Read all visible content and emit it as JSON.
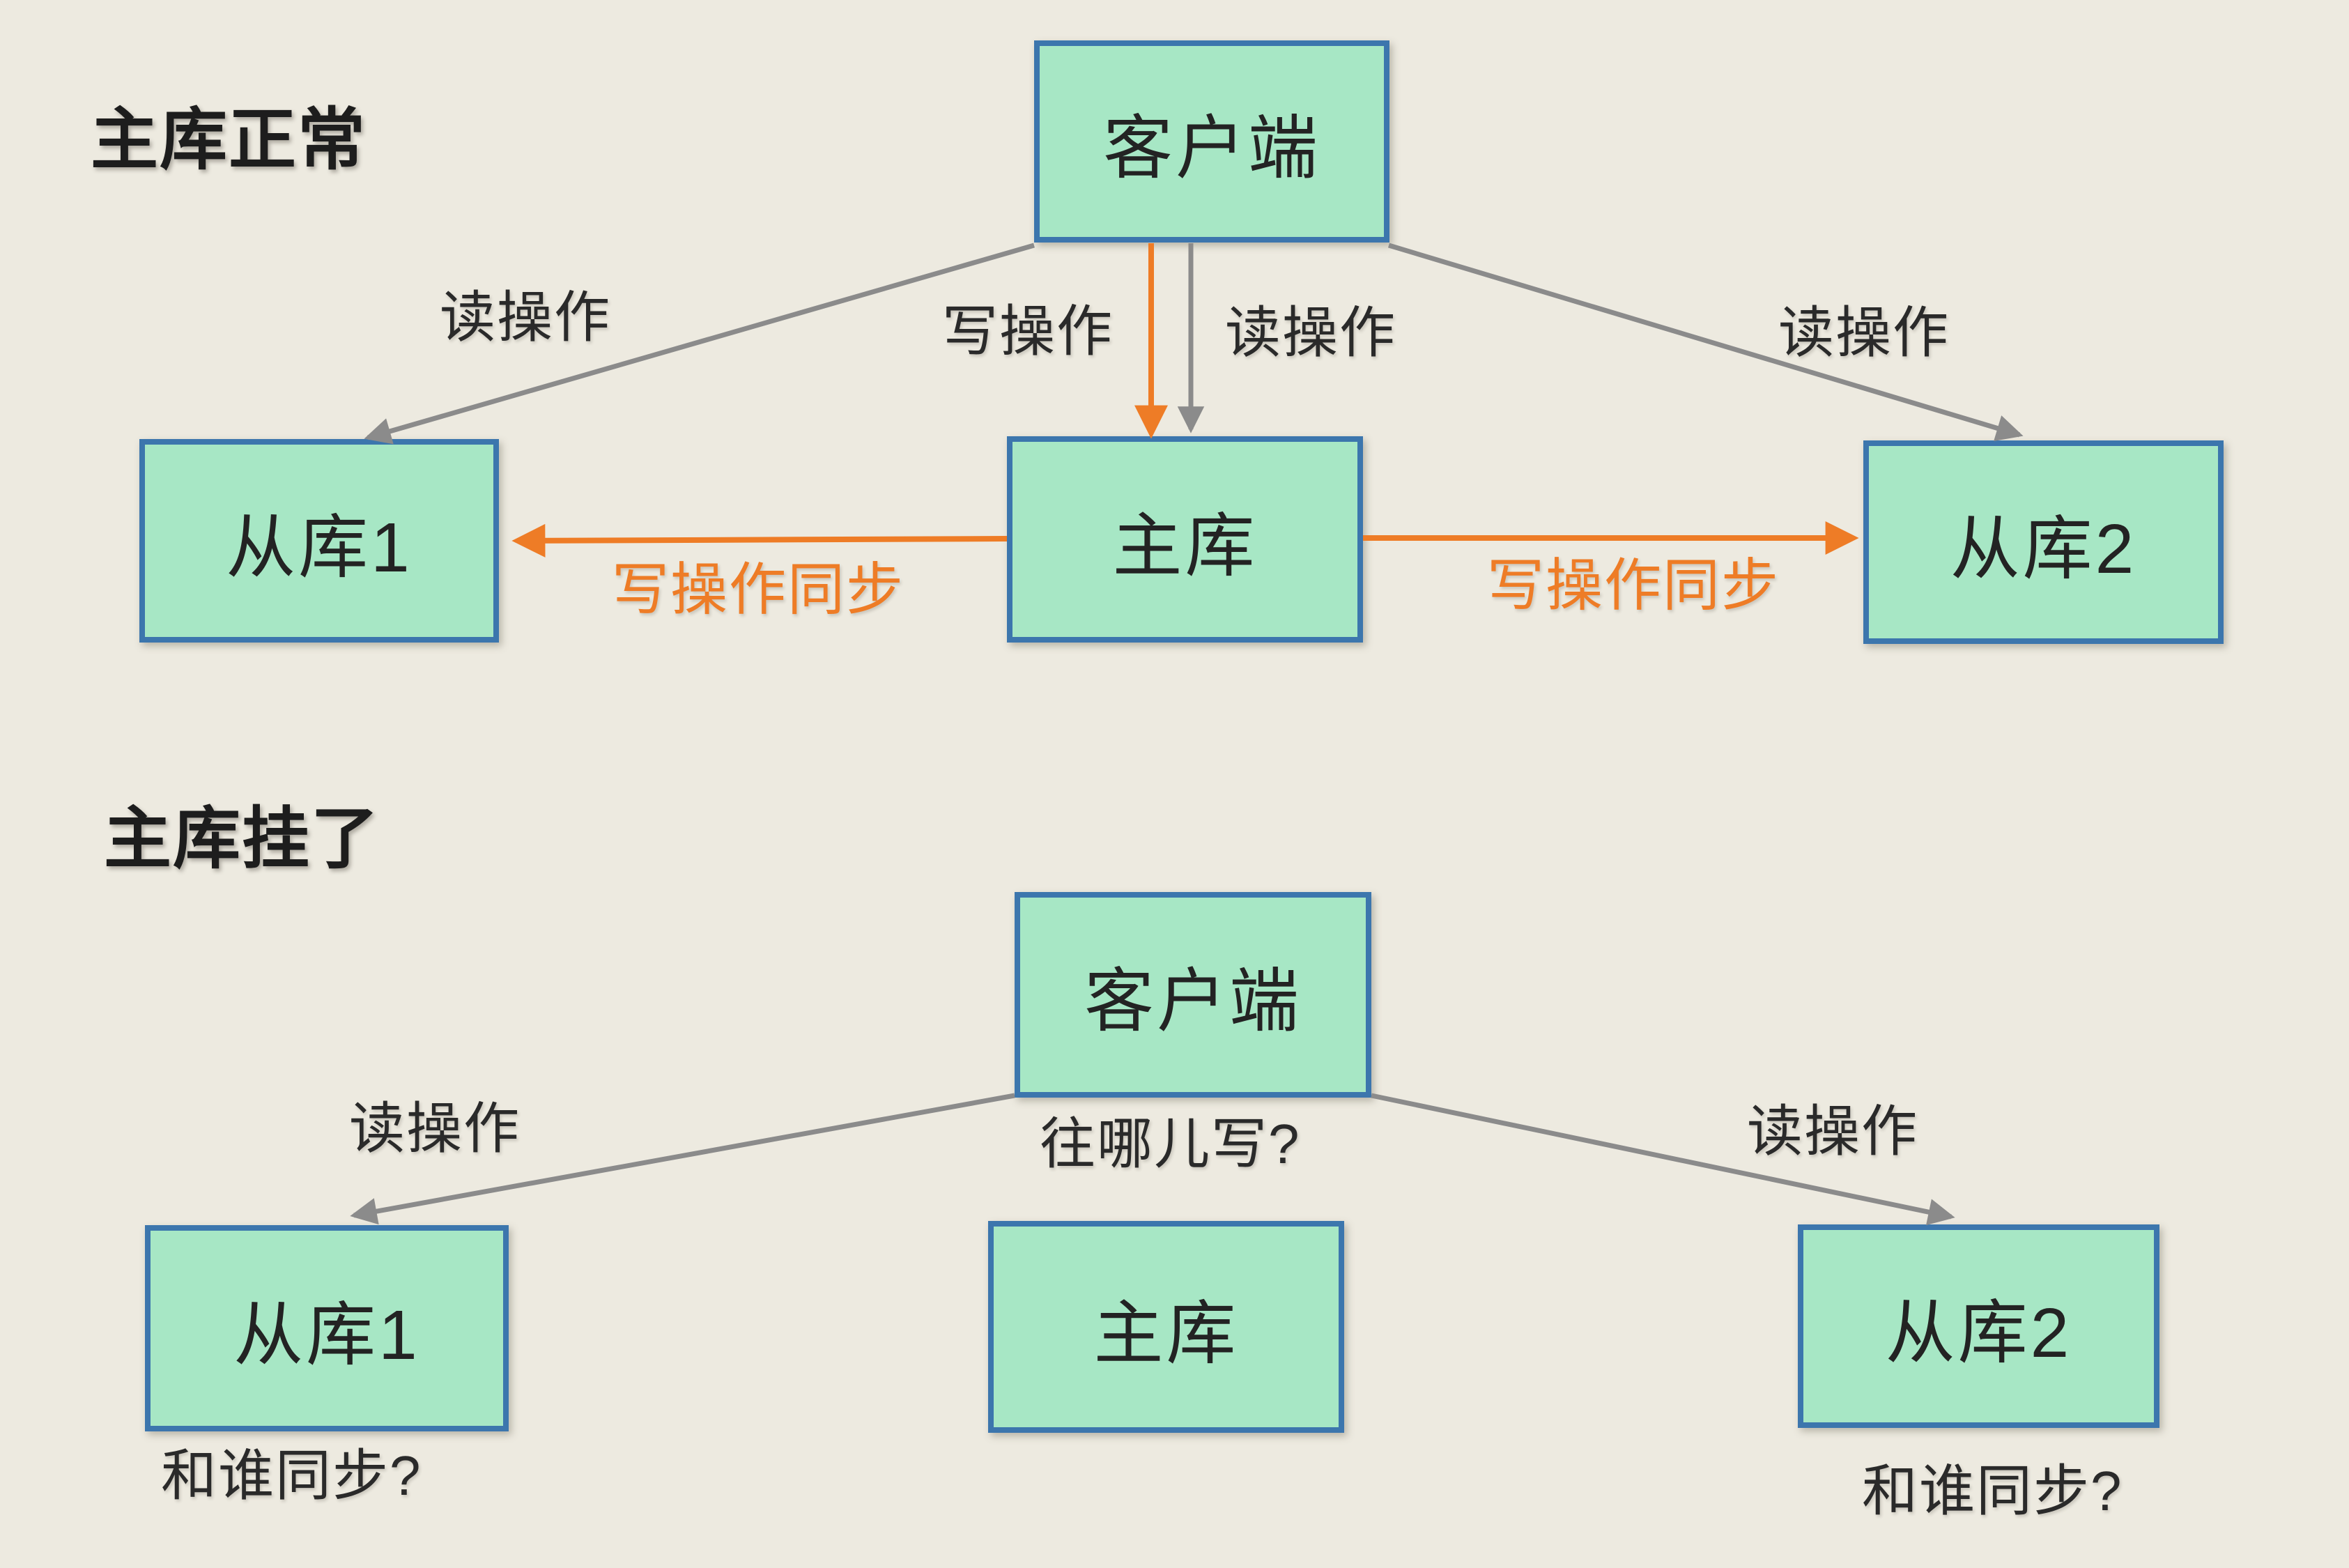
{
  "colors": {
    "background": "#EDEAE0",
    "box_fill": "#A7E7C5",
    "box_border": "#3C76AD",
    "arrow_gray": "#8B8B8B",
    "accent_orange": "#EE7C26",
    "text": "#262626"
  },
  "sections": {
    "normal": {
      "title": "主库正常",
      "client": "客户端",
      "master": "主库",
      "slave1": "从库1",
      "slave2": "从库2",
      "labels": {
        "read_left": "读操作",
        "write": "写操作",
        "read_mid": "读操作",
        "read_right": "读操作",
        "sync_left": "写操作同步",
        "sync_right": "写操作同步"
      }
    },
    "down": {
      "title": "主库挂了",
      "client": "客户端",
      "master": "主库",
      "slave1": "从库1",
      "slave2": "从库2",
      "labels": {
        "read_left": "读操作",
        "write_where": "往哪儿写?",
        "read_right": "读操作",
        "sync_who_left": "和谁同步?",
        "sync_who_right": "和谁同步?"
      }
    }
  }
}
